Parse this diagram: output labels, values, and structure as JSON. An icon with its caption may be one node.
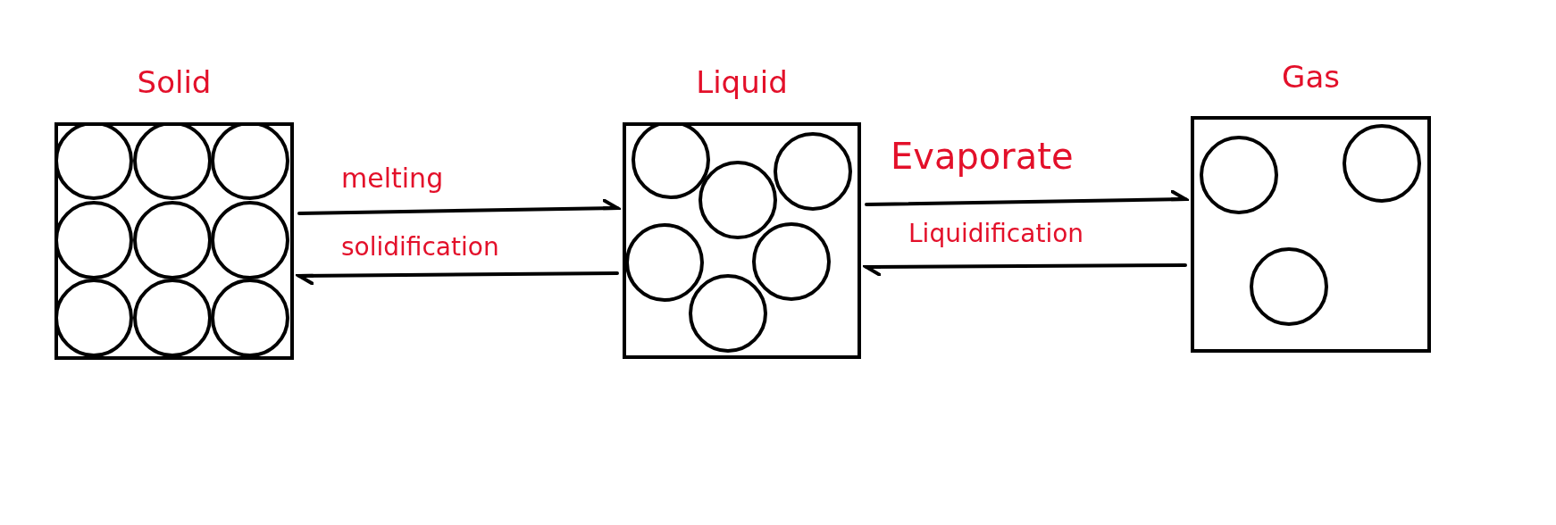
{
  "diagram": {
    "nodes": [
      {
        "text": [
          "Solid"
        ]
      },
      {
        "text": [
          "Liquid"
        ]
      },
      {
        "text": [
          "Gas"
        ]
      }
    ],
    "edges": [
      {
        "from": 0,
        "to": 1,
        "arrow": "to",
        "label": "melting"
      },
      {
        "from": 1,
        "to": 0,
        "arrow": "to",
        "label": "solidification"
      },
      {
        "from": 1,
        "to": 2,
        "arrow": "to",
        "label": "Evaporate"
      },
      {
        "from": 2,
        "to": 1,
        "arrow": "to",
        "label": "Liquidification"
      }
    ]
  }
}
